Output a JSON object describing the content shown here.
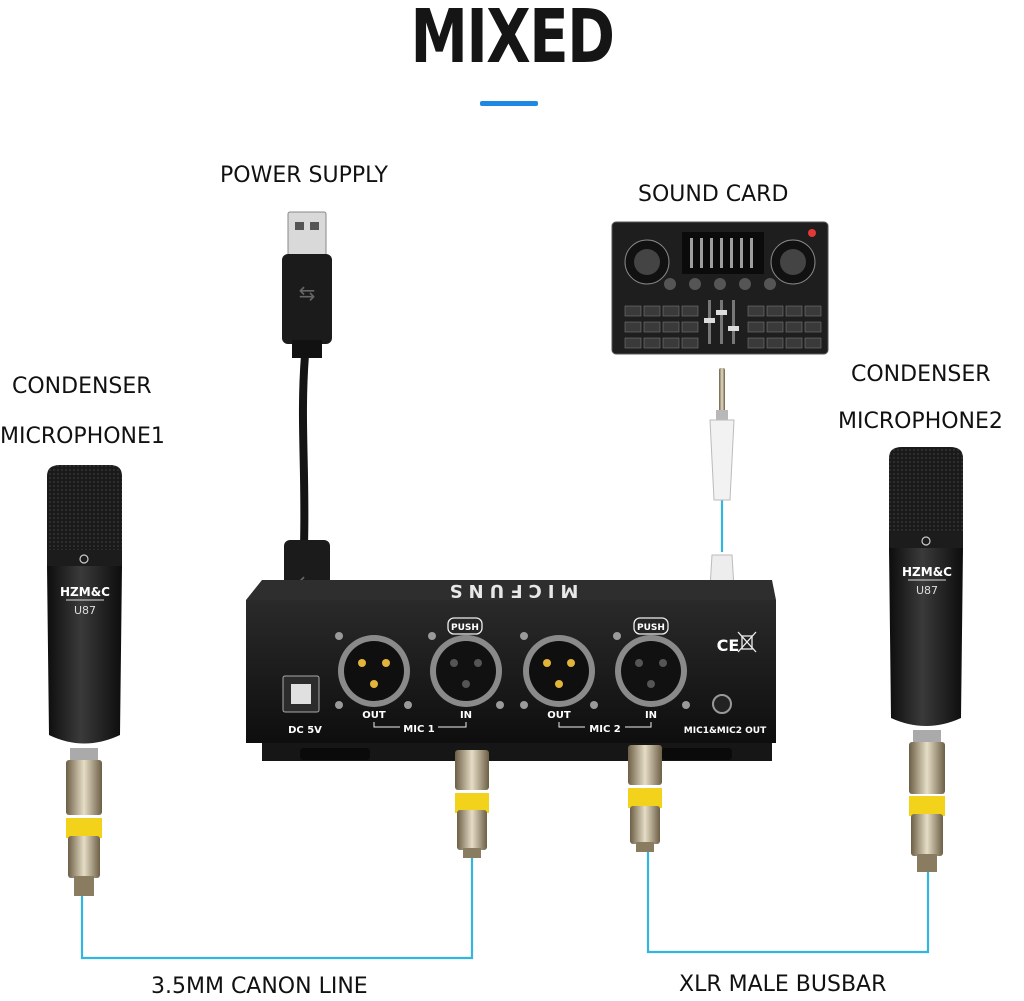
{
  "title": "MIXED",
  "labels": {
    "power_supply": "POWER SUPPLY",
    "sound_card": "SOUND CARD",
    "mic1_line1": "CONDENSER",
    "mic1_line2": "MICROPHONE1",
    "mic2_line1": "CONDENSER",
    "mic2_line2": "MICROPHONE2",
    "canon_line": "3.5MM CANON LINE",
    "xlr_busbar": "XLR MALE BUSBAR"
  },
  "device": {
    "brand": "MICFUNS",
    "dc": "DC 5V",
    "mic1": "MIC 1",
    "mic2": "MIC 2",
    "out": "OUT",
    "in": "IN",
    "push": "PUSH",
    "output": "MIC1&MIC2 OUT",
    "ce": "CE"
  },
  "microphone": {
    "brand": "HZM&C",
    "model": "U87"
  },
  "colors": {
    "accent": "#1e88e5",
    "cable": "#33b5e0",
    "collar": "#f2d21b",
    "body": "#1c1c1c"
  }
}
